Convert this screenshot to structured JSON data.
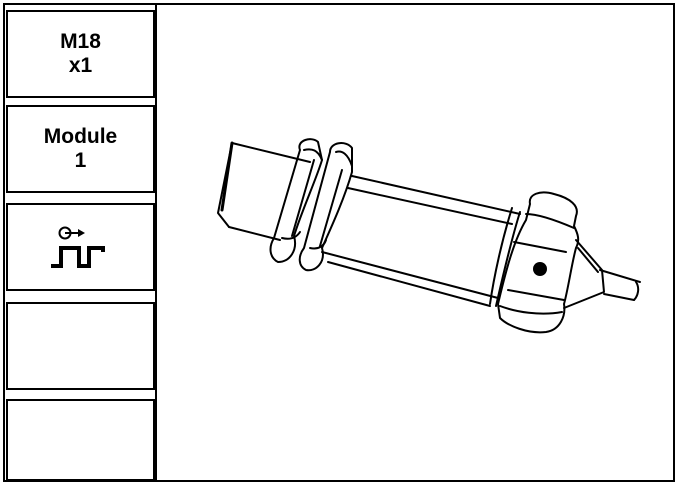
{
  "sidebar": {
    "items": [
      {
        "line1": "M18",
        "line2": "x1"
      },
      {
        "line1": "Module",
        "line2": "1"
      },
      {
        "icon": "pulse-output-icon"
      },
      {},
      {}
    ]
  },
  "drawing": {
    "subject": "cylindrical-sensor-icon"
  },
  "colors": {
    "line": "#000000",
    "background": "#ffffff"
  }
}
